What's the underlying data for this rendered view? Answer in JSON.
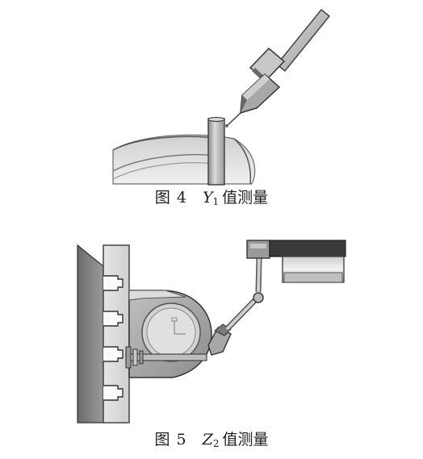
{
  "figures": [
    {
      "label": "图",
      "number": "4",
      "variable": "Y",
      "subscript": "1",
      "description": "值测量"
    },
    {
      "label": "图",
      "number": "5",
      "variable": "Z",
      "subscript": "2",
      "description": "值测量"
    }
  ],
  "colors": {
    "background": "#ffffff",
    "metal_light": "#e2e2e2",
    "metal_mid": "#b4b4b4",
    "metal_dark": "#7a7a7a",
    "dark_plate": "#3a3a3a",
    "outline": "#2a2a2a"
  }
}
